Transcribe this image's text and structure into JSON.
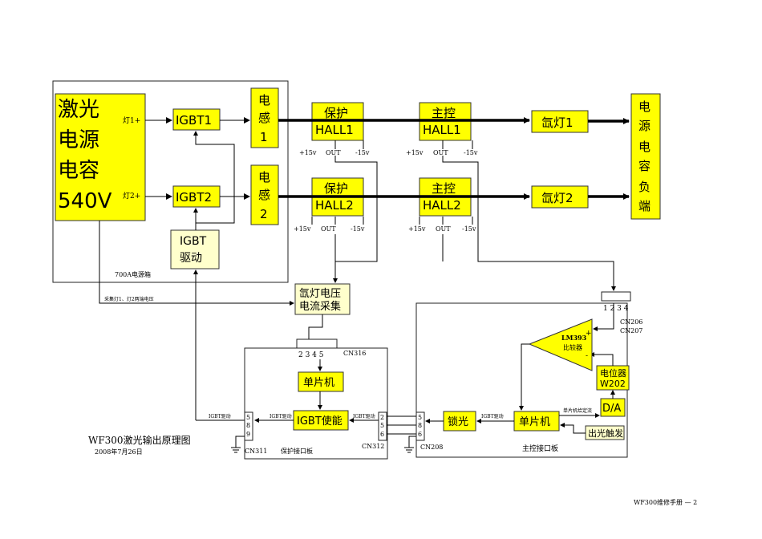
{
  "title": "WF300激光输出原理图",
  "date": "2008年7月26日",
  "footer": "WF300维修手册   — 2",
  "power_supply": {
    "lines": [
      "激光",
      "电源",
      "电容",
      "540V"
    ],
    "lamp1_plus": "灯1+",
    "lamp2_plus": "灯2+",
    "box_label": "700A电源箱",
    "sample_label": "采集灯1、灯2两端电压"
  },
  "igbt1": "IGBT1",
  "igbt2": "IGBT2",
  "igbt_drive": [
    "IGBT",
    "驱动"
  ],
  "inductor1": [
    "电",
    "感",
    "1"
  ],
  "inductor2": [
    "电",
    "感",
    "2"
  ],
  "protect_hall1": [
    "保护",
    "HALL1"
  ],
  "protect_hall2": [
    "保护",
    "HALL2"
  ],
  "main_hall1": [
    "主控",
    "HALL1"
  ],
  "main_hall2": [
    "主控",
    "HALL2"
  ],
  "lamp1": "氙灯1",
  "lamp2": "氙灯2",
  "cap_load": [
    "电",
    "源",
    "电",
    "容",
    "负",
    "端"
  ],
  "hall_pins": {
    "p15": "+15v",
    "out": "OUT",
    "m15": "-15v"
  },
  "collector": [
    "氙灯电压",
    "电流采集"
  ],
  "cn316": {
    "pins": "2 3 4 5",
    "name": "CN316"
  },
  "cn206": {
    "pins": "1 2 3 4",
    "name1": "CN206",
    "name2": "CN207"
  },
  "mcu": "单片机",
  "igbt_enable": "IGBT使能",
  "igbt_drive_small": "IGBT驱动",
  "cn311": {
    "pins": [
      "5",
      "8",
      "9"
    ],
    "name": "CN311"
  },
  "cn312": {
    "pins": [
      "2",
      "5",
      "6"
    ],
    "name": "CN312"
  },
  "cn208": {
    "pins": [
      "5",
      "8",
      "6"
    ],
    "name": "CN208"
  },
  "protect_board": "保护接口板",
  "main_board": "主控接口板",
  "lm393": [
    "LM393",
    "比较器"
  ],
  "pot": [
    "电位器",
    "W202"
  ],
  "da": "D/A",
  "mcu_setpoint": "单片机给定流",
  "light_trigger": "出光触发",
  "lock": "锁光"
}
